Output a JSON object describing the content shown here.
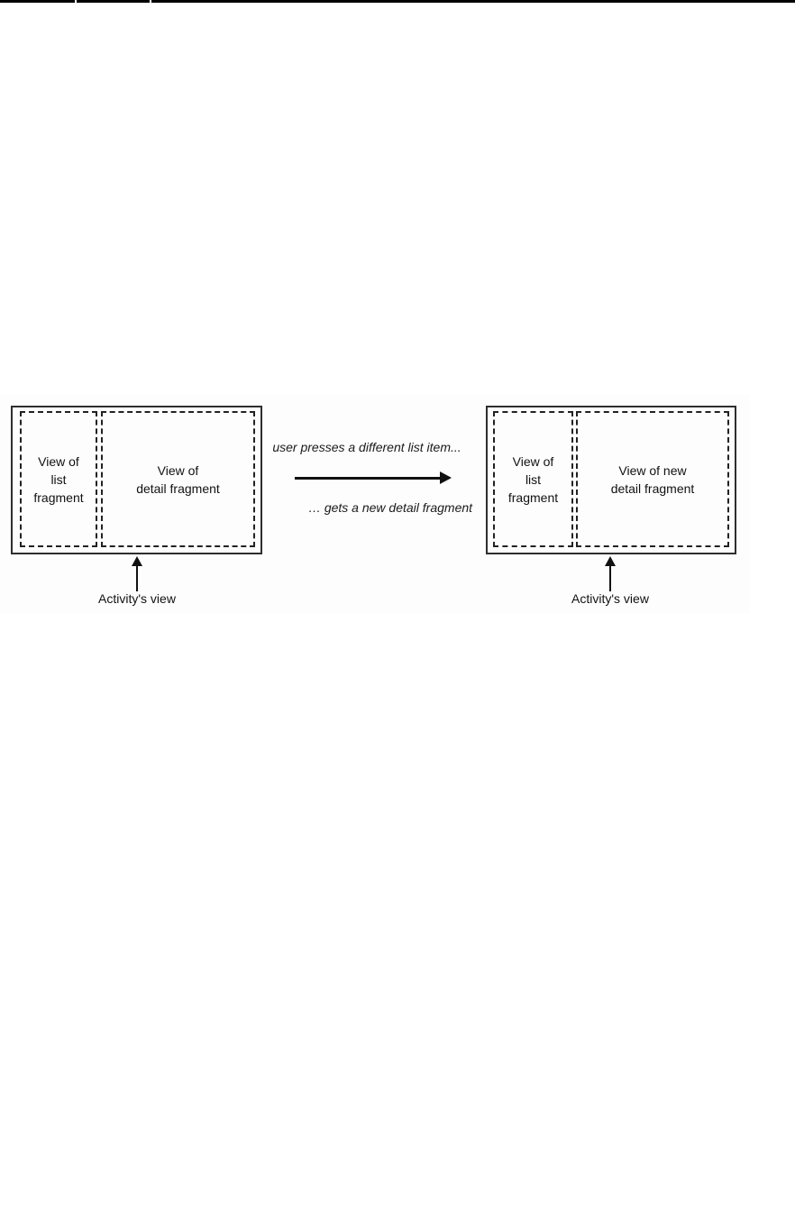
{
  "diagram": {
    "before": {
      "list_fragment_label": "View of\nlist\nfragment",
      "detail_fragment_label": "View of\ndetail fragment",
      "activity_label": "Activity's view"
    },
    "transition": {
      "top_caption": "user presses a different list item...",
      "bottom_caption": "… gets a new detail fragment"
    },
    "after": {
      "list_fragment_label": "View of\nlist\nfragment",
      "detail_fragment_label": "View of new\ndetail fragment",
      "activity_label": "Activity's view"
    },
    "colors": {
      "stroke": "#111111",
      "box_border": "#2e2e2e",
      "top_rule": "#000000",
      "figure_background": "#fdfdfd"
    }
  }
}
